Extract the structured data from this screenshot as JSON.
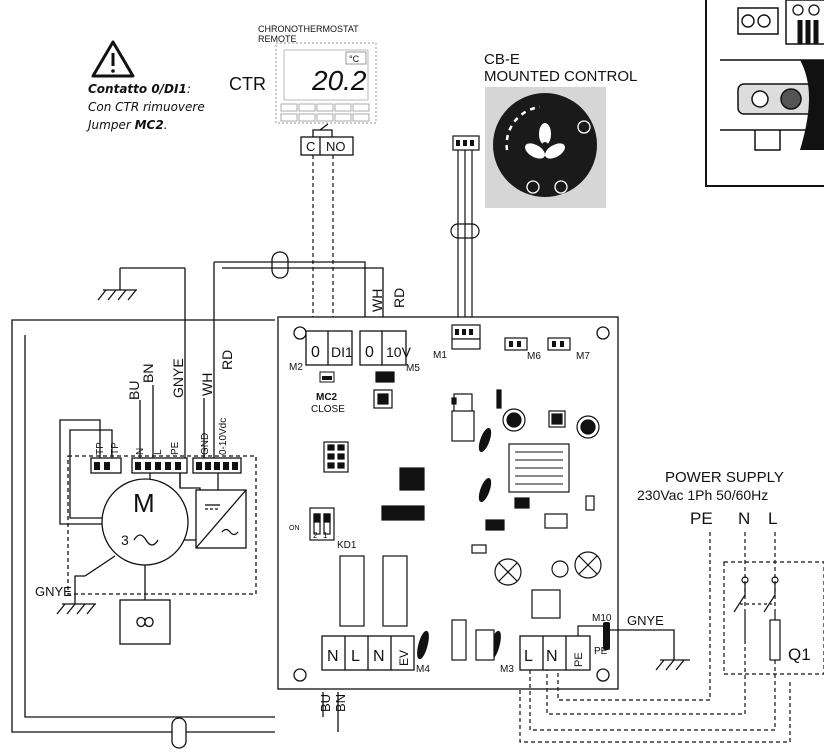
{
  "note": {
    "title": "Contatto 0/DI1",
    "line1": "Con CTR rimuovere",
    "line2_prefix": "Jumper ",
    "line2_bold": "MC2",
    "line2_suffix": "."
  },
  "ctr": {
    "label": "CTR",
    "caption_line1": "CHRONOTHERMOSTAT",
    "caption_line2": "REMOTE",
    "display": "20.2",
    "unit": "°C",
    "contacts": [
      "C",
      "NO"
    ]
  },
  "cbe": {
    "line1": "CB-E",
    "line2": "MOUNTED CONTROL"
  },
  "motor": {
    "letter": "M",
    "phase": "3",
    "earth_label": "GNYE",
    "wires_top": [
      "BU",
      "BN",
      "GNYE",
      "WH",
      "RD"
    ],
    "terminal_labels": [
      "TP",
      "TP",
      "N",
      "L",
      "PE",
      "GND",
      "0-10Vdc"
    ],
    "wires_bottom": [
      "BU",
      "BN"
    ]
  },
  "board": {
    "wires_top": [
      "WH",
      "RD"
    ],
    "m2": {
      "label": "M2",
      "pins": [
        "0",
        "DI1"
      ]
    },
    "m5": {
      "label": "M5",
      "pins": [
        "0",
        "10V"
      ]
    },
    "mc2": {
      "label": "MC2",
      "state": "CLOSE"
    },
    "m1": "M1",
    "m6": "M6",
    "m7": "M7",
    "kd1": "KD1",
    "dip_on": "ON",
    "dip_nums": [
      "2",
      "1"
    ],
    "m4": {
      "label": "M4",
      "pins": [
        "N",
        "L",
        "N",
        "EV"
      ]
    },
    "m3": {
      "label": "M3",
      "pins": [
        "L",
        "N",
        "PE"
      ]
    },
    "m10": {
      "label": "M10",
      "pe": "PE"
    },
    "earth_label": "GNYE"
  },
  "power": {
    "title": "POWER SUPPLY",
    "spec": "230Vac 1Ph 50/60Hz",
    "pins": [
      "PE",
      "N",
      "L"
    ],
    "breaker": "Q1"
  }
}
